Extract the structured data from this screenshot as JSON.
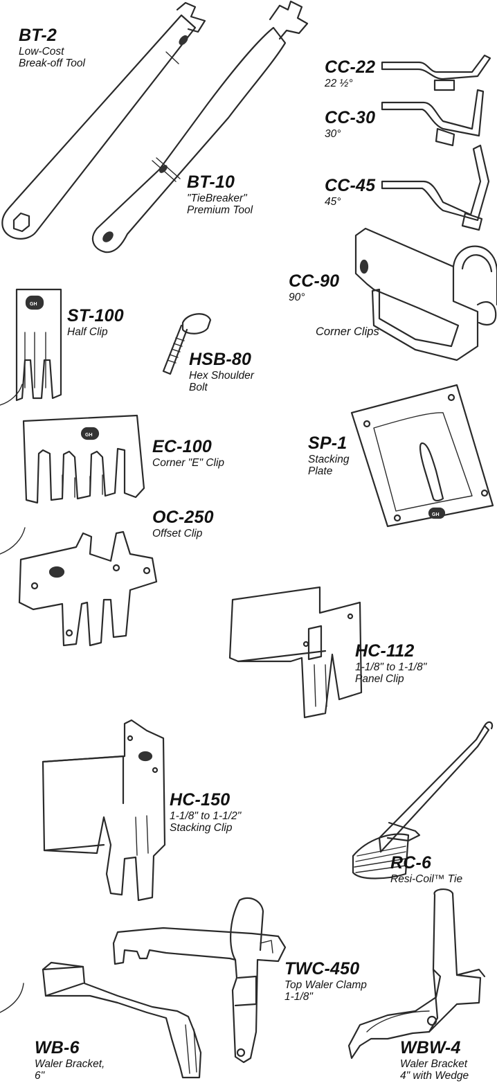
{
  "parts": [
    {
      "code": "BT-2",
      "desc": [
        "Low-Cost",
        "Break-off Tool"
      ]
    },
    {
      "code": "BT-10",
      "desc": [
        "\"TieBreaker\"",
        "Premium Tool"
      ]
    },
    {
      "code": "CC-22",
      "desc": [
        "22 ½°"
      ]
    },
    {
      "code": "CC-30",
      "desc": [
        "30°"
      ]
    },
    {
      "code": "CC-45",
      "desc": [
        "45°"
      ]
    },
    {
      "code": "CC-90",
      "desc": [
        "90°"
      ]
    },
    {
      "code": "ST-100",
      "desc": [
        "Half Clip"
      ]
    },
    {
      "code": "HSB-80",
      "desc": [
        "Hex Shoulder",
        "Bolt"
      ]
    },
    {
      "code": "EC-100",
      "desc": [
        "Corner \"E\" Clip"
      ]
    },
    {
      "code": "SP-1",
      "desc": [
        "Stacking",
        "Plate"
      ]
    },
    {
      "code": "OC-250",
      "desc": [
        "Offset Clip"
      ]
    },
    {
      "code": "HC-112",
      "desc": [
        "1-1/8\" to 1-1/8\"",
        "Panel Clip"
      ]
    },
    {
      "code": "HC-150",
      "desc": [
        "1-1/8\" to 1-1/2\"",
        "Stacking Clip"
      ]
    },
    {
      "code": "RC-6",
      "desc": [
        "Resi-Coil™ Tie"
      ]
    },
    {
      "code": "TWC-450",
      "desc": [
        "Top Waler Clamp",
        "1-1/8\""
      ]
    },
    {
      "code": "WB-6",
      "desc": [
        "Waler Bracket,",
        "6\""
      ]
    },
    {
      "code": "WBW-4",
      "desc": [
        "Waler Bracket",
        "4\" with Wedge"
      ]
    }
  ],
  "group_label": "Corner Clips",
  "stamp": "GH",
  "icons": [
    "break-off-tool-icon",
    "tiebreaker-tool-icon",
    "corner-clip-icon",
    "half-clip-icon",
    "hex-bolt-icon",
    "e-clip-icon",
    "stacking-plate-icon",
    "offset-clip-icon",
    "panel-clip-icon",
    "stacking-clip-icon",
    "resi-coil-tie-icon",
    "waler-clamp-icon",
    "waler-bracket-icon",
    "waler-wedge-bracket-icon"
  ]
}
